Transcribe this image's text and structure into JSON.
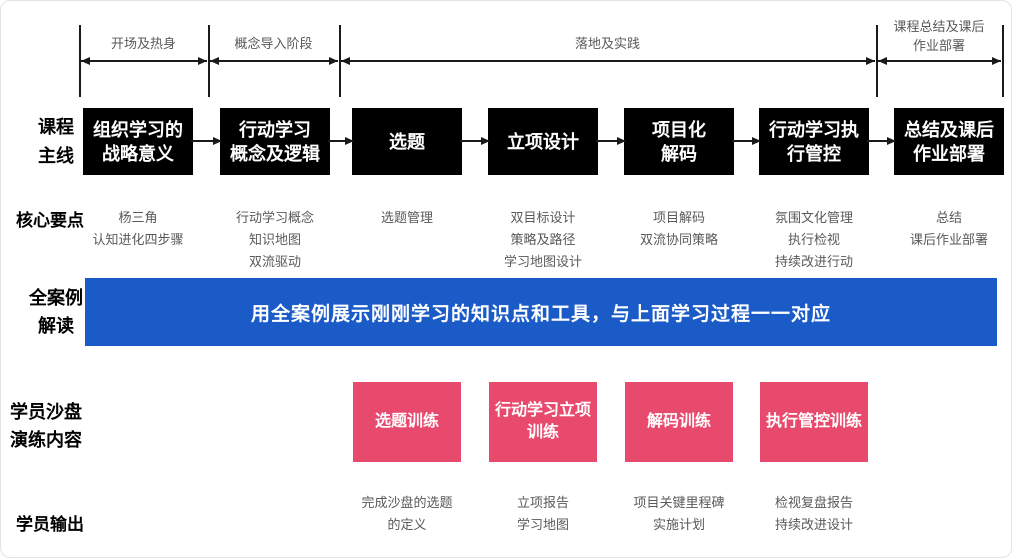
{
  "colors": {
    "blue": "#1a5bc8",
    "pink": "#e84a6e",
    "black": "#000000",
    "muted": "#595959"
  },
  "timeline": {
    "phases": [
      {
        "label": "开场及热身"
      },
      {
        "label": "概念导入阶段"
      },
      {
        "label": "落地及实践"
      },
      {
        "label": "课程总结及课后\n作业部署"
      }
    ]
  },
  "row_labels": {
    "main": "课程\n主线",
    "key_points": "核心要点",
    "case": "全案例\n解读",
    "sandbox": "学员沙盘\n演练内容",
    "output": "学员输出"
  },
  "case_banner": "用全案例展示刚刚学习的知识点和工具，与上面学习过程一一对应",
  "columns": [
    {
      "box": "组织学习的\n战略意义",
      "key_points": "杨三角\n认知进化四步骤"
    },
    {
      "box": "行动学习\n概念及逻辑",
      "key_points": "行动学习概念\n知识地图\n双流驱动"
    },
    {
      "box": "选题",
      "key_points": "选题管理",
      "sandbox": "选题训练",
      "output": "完成沙盘的选题\n的定义"
    },
    {
      "box": "立项设计",
      "key_points": "双目标设计\n策略及路径\n学习地图设计",
      "sandbox": "行动学习立项\n训练",
      "output": "立项报告\n学习地图"
    },
    {
      "box": "项目化\n解码",
      "key_points": "项目解码\n双流协同策略",
      "sandbox": "解码训练",
      "output": "项目关键里程碑\n实施计划"
    },
    {
      "box": "行动学习执\n行管控",
      "key_points": "氛围文化管理\n执行检视\n持续改进行动",
      "sandbox": "执行管控训练",
      "output": "检视复盘报告\n持续改进设计"
    },
    {
      "box": "总结及课后\n作业部署",
      "key_points": "总结\n课后作业部署"
    }
  ]
}
